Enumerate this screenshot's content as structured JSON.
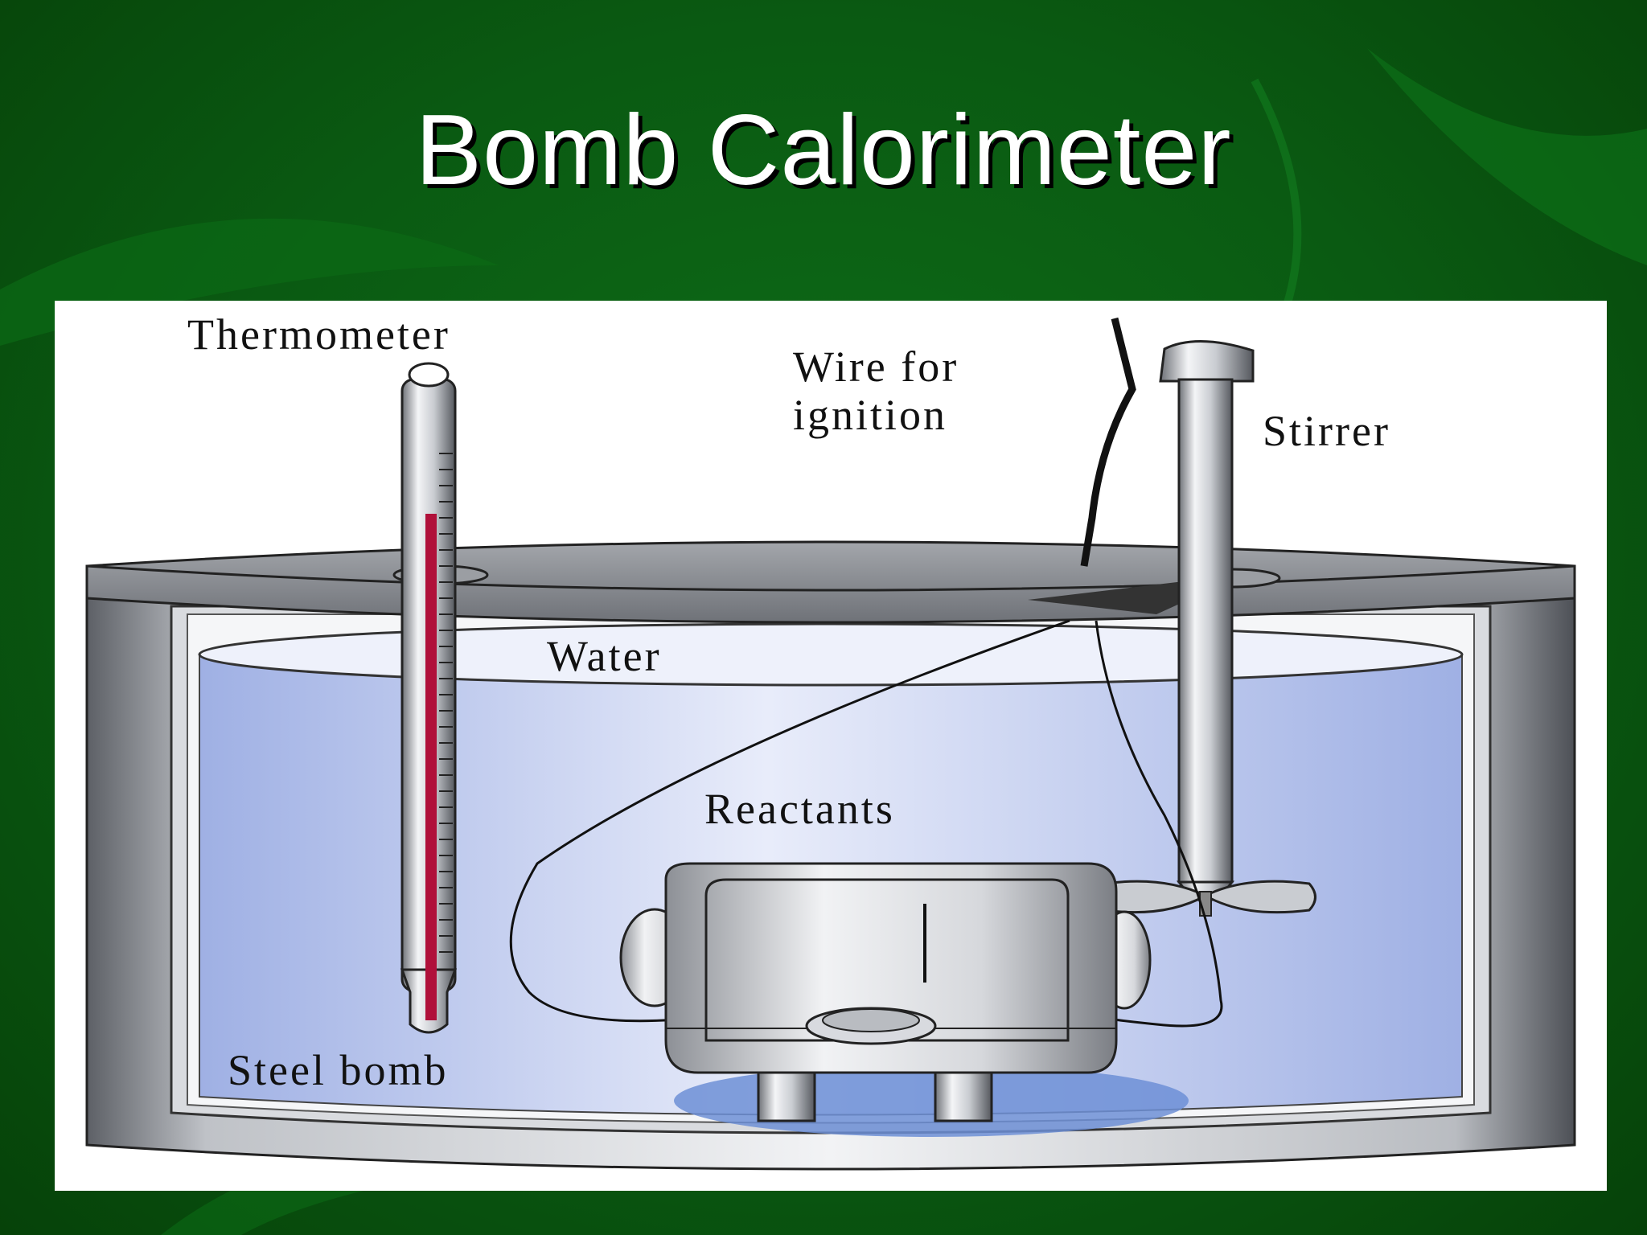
{
  "slide": {
    "title": "Bomb Calorimeter"
  },
  "diagram": {
    "labels": {
      "thermometer": "Thermometer",
      "wire_line1": "Wire for",
      "wire_line2": "ignition",
      "stirrer": "Stirrer",
      "water": "Water",
      "reactants": "Reactants",
      "steel_bomb": "Steel bomb"
    },
    "colors": {
      "background_green": "#0a5a12",
      "water_blue": "#aab9e8",
      "mercury_red": "#b0103a",
      "steel_gray": "#8a8d93"
    }
  }
}
